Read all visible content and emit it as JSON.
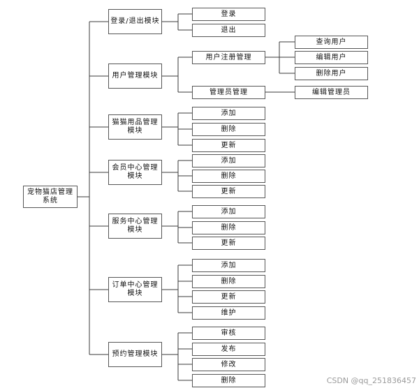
{
  "root": "宠物猫店管理\n系统",
  "modules": [
    {
      "label": "登录/退出模块",
      "children": [
        "登录",
        "退出"
      ]
    },
    {
      "label": "用户管理模块",
      "children": [
        {
          "label": "用户注册管理",
          "children": [
            "查询用户",
            "编辑用户",
            "删除用户"
          ]
        },
        {
          "label": "管理员管理",
          "children": [
            "编辑管理员"
          ]
        }
      ]
    },
    {
      "label": "猫猫用品管理\n模块",
      "children": [
        "添加",
        "删除",
        "更新"
      ]
    },
    {
      "label": "会员中心管理\n模块",
      "children": [
        "添加",
        "删除",
        "更新"
      ]
    },
    {
      "label": "服务中心管理\n模块",
      "children": [
        "添加",
        "删除",
        "更新"
      ]
    },
    {
      "label": "订单中心管理\n模块",
      "children": [
        "添加",
        "删除",
        "更新",
        "维护"
      ]
    },
    {
      "label": "预约管理模块",
      "children": [
        "审核",
        "发布",
        "修改",
        "删除"
      ]
    }
  ],
  "watermark": "CSDN @qq_251836457"
}
